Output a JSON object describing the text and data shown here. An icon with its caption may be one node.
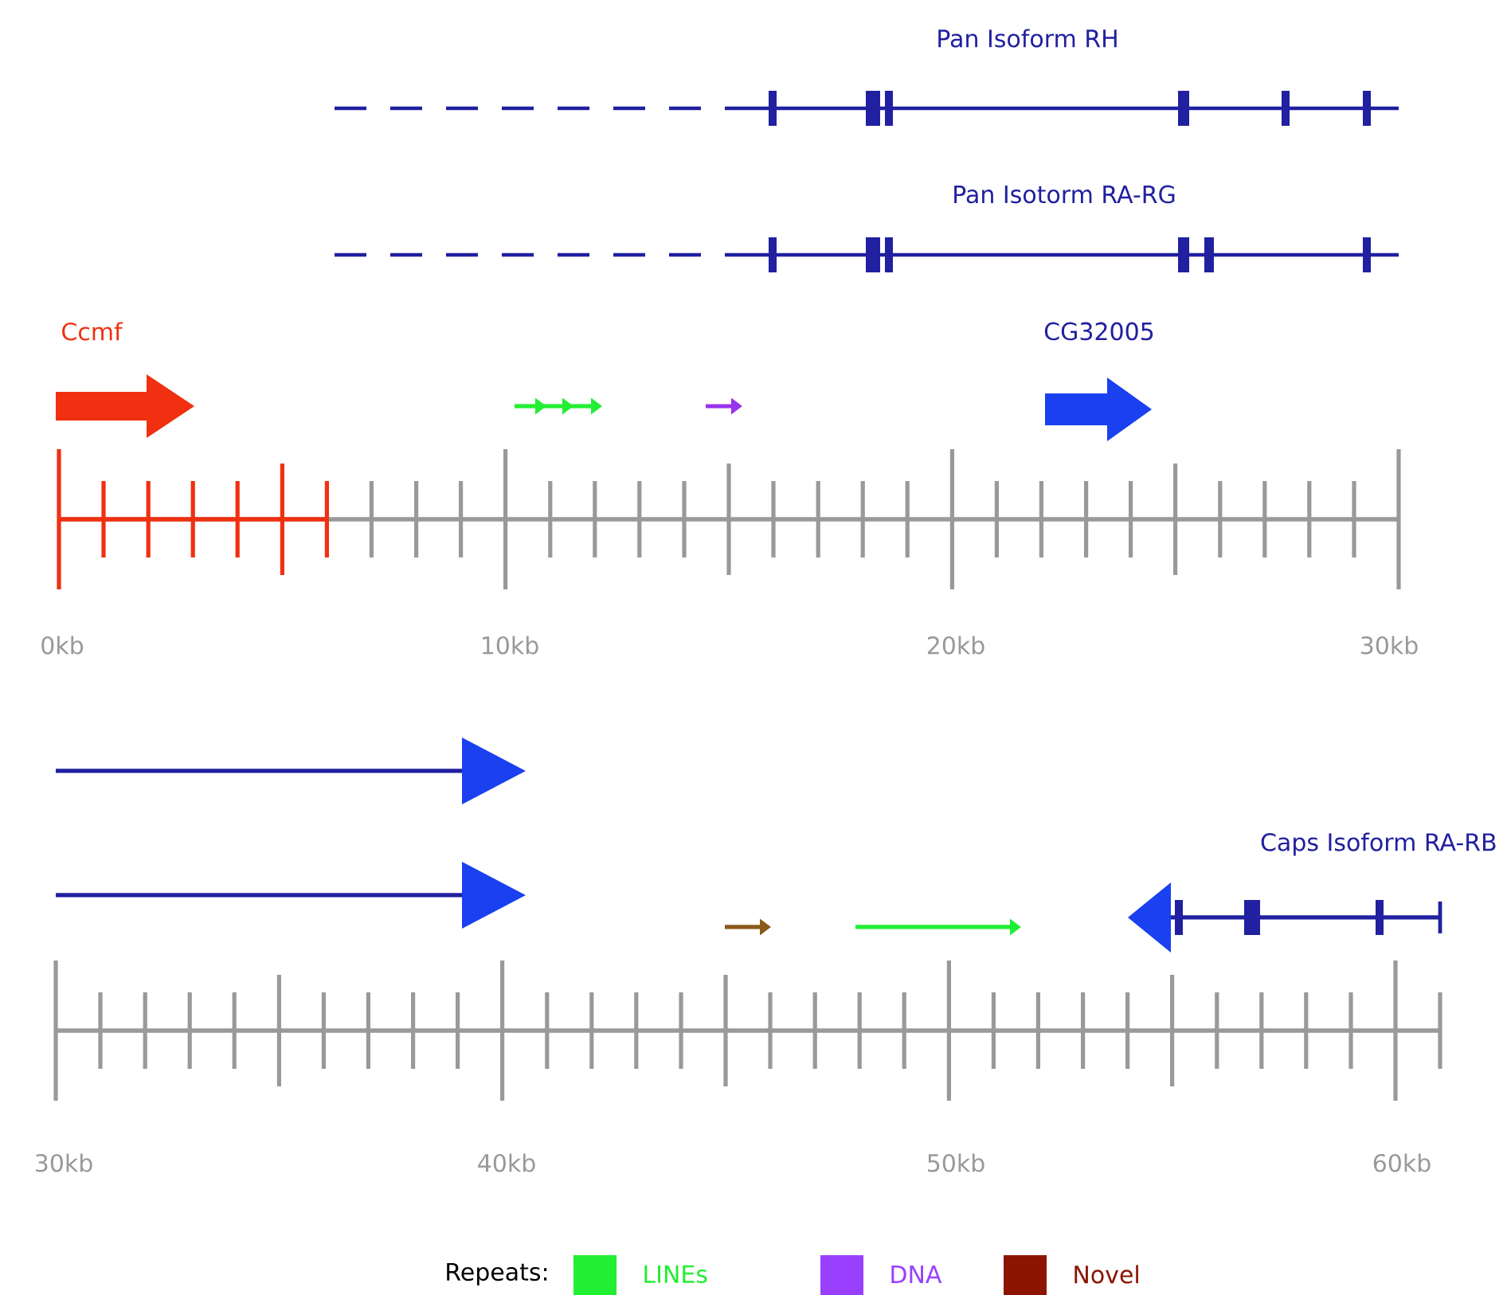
{
  "diagram": {
    "labels": [
      "Pan Isoform RH",
      "Pan Isotorm RA-RG",
      "Ccmf",
      "CG32005",
      "0kb",
      "10kb",
      "20kb",
      "30kb",
      "Caps Isoform RA-RB",
      "30kb",
      "40kb",
      "50kb",
      "60kb",
      "Repeats:"
    ],
    "legend": [
      {
        "text": "LINEs",
        "color": "#22ee33"
      },
      {
        "text": "DNA",
        "color": "#9940ff"
      },
      {
        "text": "Novel",
        "color": "#8b1500"
      }
    ]
  }
}
